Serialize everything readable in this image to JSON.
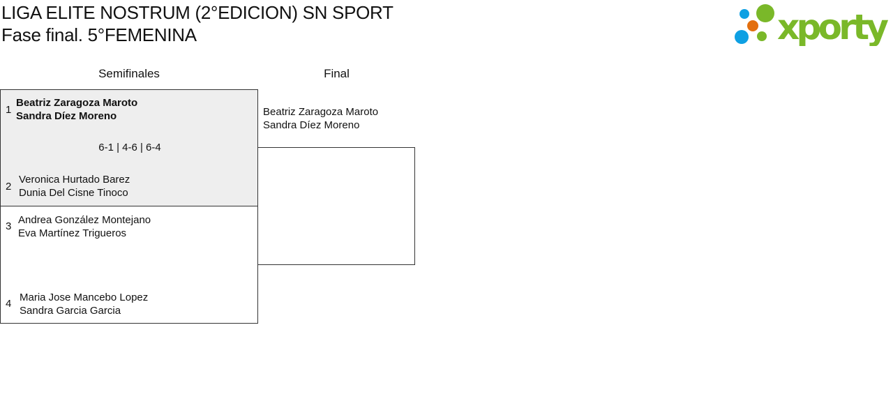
{
  "header": {
    "title_line1": "LIGA ELITE NOSTRUM (2°EDICION) SN SPORT",
    "title_line2": "Fase final. 5°FEMENINA",
    "logo_text": "xporty"
  },
  "rounds": [
    "Semifinales",
    "Final"
  ],
  "semifinals": [
    {
      "highlighted": true,
      "score": "6-1 | 4-6 | 6-4",
      "top": {
        "seed": "1",
        "players": [
          "Beatriz Zaragoza Maroto",
          "Sandra Díez Moreno"
        ],
        "winner": true
      },
      "bottom": {
        "seed": "2",
        "players": [
          "Veronica Hurtado Barez",
          "Dunia Del Cisne Tinoco"
        ]
      }
    },
    {
      "highlighted": false,
      "score": "",
      "top": {
        "seed": "3",
        "players": [
          "Andrea González Montejano",
          "Eva Martínez Trigueros"
        ]
      },
      "bottom": {
        "seed": "4",
        "players": [
          "Maria Jose Mancebo Lopez",
          "Sandra Garcia Garcia"
        ]
      }
    }
  ],
  "final": {
    "top": {
      "players": [
        "Beatriz Zaragoza Maroto",
        "Sandra Díez Moreno"
      ]
    }
  },
  "colors": {
    "highlight": "#eeeeee",
    "logo_green": "#7ab829",
    "logo_blue": "#0ea0e3",
    "logo_orange": "#e36f0e"
  }
}
